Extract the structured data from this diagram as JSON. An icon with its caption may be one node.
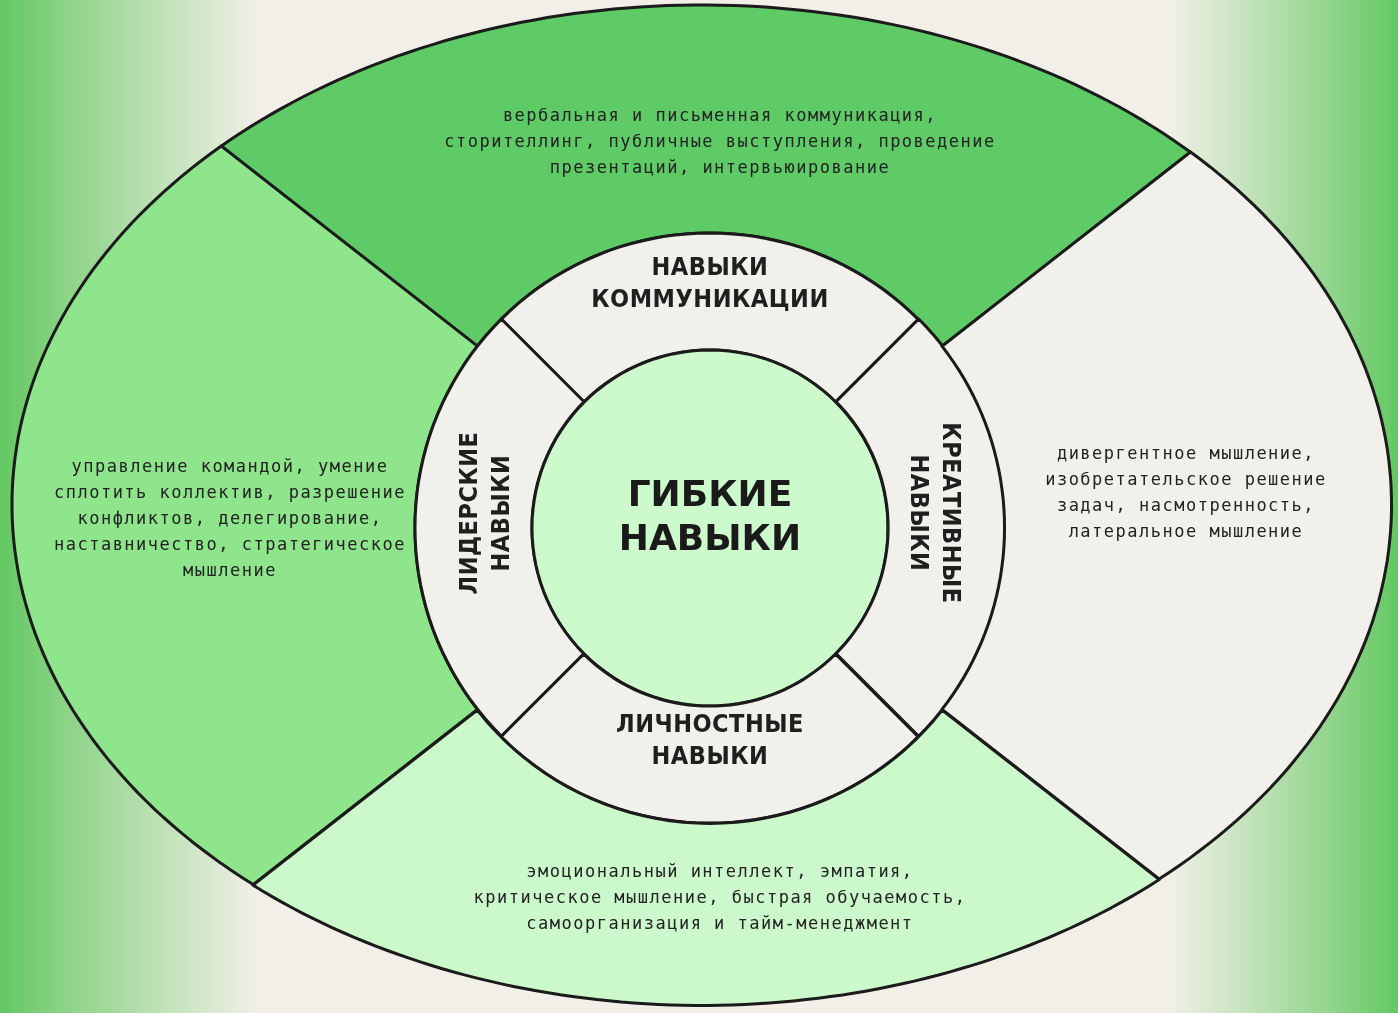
{
  "diagram": {
    "nodes": [
      {
        "text": [
          "вербальная и письменная коммуникация, сторителлинг, публичные выступления, проведение презентаций, интервьюирование"
        ]
      },
      {
        "text": [
          "НАВЫКИ КОММУНИКАЦИИ"
        ]
      },
      {
        "text": [
          "управление командой, умение сплотить коллектив, разрешение конфликтов, делегирование, наставничество, стратегическое мышление"
        ]
      },
      {
        "text": [
          "ЛИДЕРСКИЕ НАВЫКИ"
        ]
      },
      {
        "text": [
          "ГИБКИЕ НАВЫКИ"
        ]
      },
      {
        "text": [
          "КРЕАТИВНЫЕ НАВЫКИ"
        ]
      },
      {
        "text": [
          "дивергентное мышление, изобретательское решение задач, насмотренность, латеральное мышление"
        ]
      },
      {
        "text": [
          "ЛИЧНОСТНЫЕ НАВЫКИ"
        ]
      },
      {
        "text": [
          "эмоциональный интеллект, эмпатия, критическое мышление, быстрая обучаемость, самоорганизация и тайм-менеджмент"
        ]
      }
    ]
  }
}
